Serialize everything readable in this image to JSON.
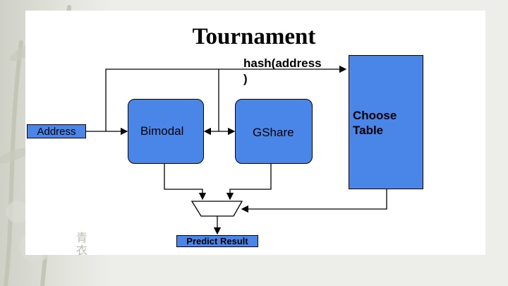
{
  "slide": {
    "title": "Tournament",
    "corner_text": "青\n衣"
  },
  "diagram": {
    "address": "Address",
    "hash_label_line1": "hash(address",
    "hash_label_line2": ")",
    "bimodal": "Bimodal",
    "gshare": "GShare",
    "choose_line1": "Choose",
    "choose_line2": "Table",
    "predict_result": "Predict Result"
  },
  "colors": {
    "box_fill": "#4a86e8",
    "line": "#000000"
  }
}
